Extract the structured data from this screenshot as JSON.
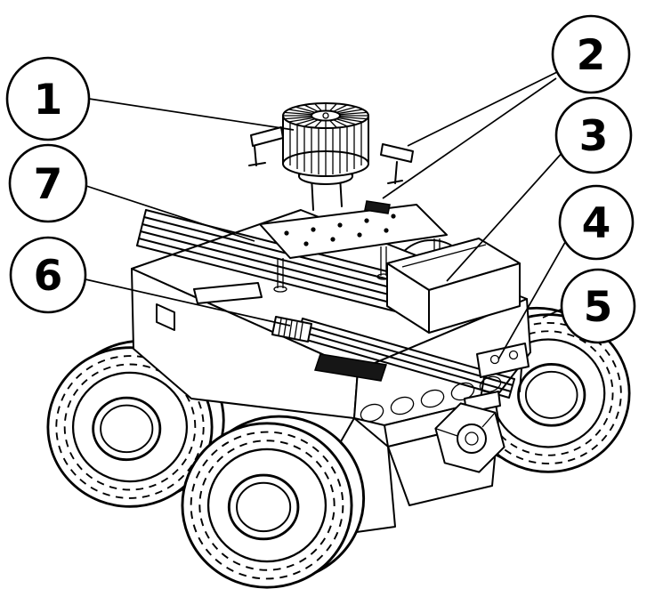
{
  "figure": {
    "kind": "technical-line-diagram",
    "colors": {
      "line": "#000000",
      "background": "#ffffff"
    },
    "callouts": [
      {
        "label": "1",
        "target": "lidar-sensor"
      },
      {
        "label": "2",
        "target": "side-mounting-brackets"
      },
      {
        "label": "3",
        "target": "electronics-box"
      },
      {
        "label": "4",
        "target": "front-mount-bracket"
      },
      {
        "label": "5",
        "target": "front-right-wheel"
      },
      {
        "label": "6",
        "target": "deck-connector-block"
      },
      {
        "label": "7",
        "target": "mounting-rails"
      }
    ]
  }
}
